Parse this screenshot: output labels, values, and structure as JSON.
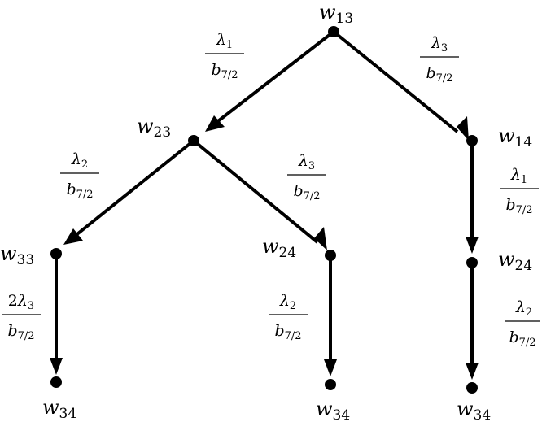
{
  "nodes": [
    {
      "id": "n13",
      "label_main": "w",
      "label_sub": "13"
    },
    {
      "id": "n23",
      "label_main": "w",
      "label_sub": "23"
    },
    {
      "id": "n14",
      "label_main": "w",
      "label_sub": "14"
    },
    {
      "id": "n33",
      "label_main": "w",
      "label_sub": "33"
    },
    {
      "id": "n24a",
      "label_main": "w",
      "label_sub": "24"
    },
    {
      "id": "n24b",
      "label_main": "w",
      "label_sub": "24"
    },
    {
      "id": "n34a",
      "label_main": "w",
      "label_sub": "34"
    },
    {
      "id": "n34b",
      "label_main": "w",
      "label_sub": "34"
    },
    {
      "id": "n34c",
      "label_main": "w",
      "label_sub": "34"
    }
  ],
  "edges": [
    {
      "id": "e1",
      "from": "n13",
      "to": "n23",
      "num_coef": "",
      "num_var": "λ",
      "num_sub": "1",
      "den_var": "b",
      "den_sub": "7/2"
    },
    {
      "id": "e2",
      "from": "n13",
      "to": "n14",
      "num_coef": "",
      "num_var": "λ",
      "num_sub": "3",
      "den_var": "b",
      "den_sub": "7/2"
    },
    {
      "id": "e3",
      "from": "n23",
      "to": "n33",
      "num_coef": "",
      "num_var": "λ",
      "num_sub": "2",
      "den_var": "b",
      "den_sub": "7/2"
    },
    {
      "id": "e4",
      "from": "n23",
      "to": "n24a",
      "num_coef": "",
      "num_var": "λ",
      "num_sub": "3",
      "den_var": "b",
      "den_sub": "7/2"
    },
    {
      "id": "e5",
      "from": "n14",
      "to": "n24b",
      "num_coef": "",
      "num_var": "λ",
      "num_sub": "1",
      "den_var": "b",
      "den_sub": "7/2"
    },
    {
      "id": "e6",
      "from": "n33",
      "to": "n34a",
      "num_coef": "2",
      "num_var": "λ",
      "num_sub": "3",
      "den_var": "b",
      "den_sub": "7/2"
    },
    {
      "id": "e7",
      "from": "n24a",
      "to": "n34b",
      "num_coef": "",
      "num_var": "λ",
      "num_sub": "2",
      "den_var": "b",
      "den_sub": "7/2"
    },
    {
      "id": "e8",
      "from": "n24b",
      "to": "n34c",
      "num_coef": "",
      "num_var": "λ",
      "num_sub": "2",
      "den_var": "b",
      "den_sub": "7/2"
    }
  ]
}
